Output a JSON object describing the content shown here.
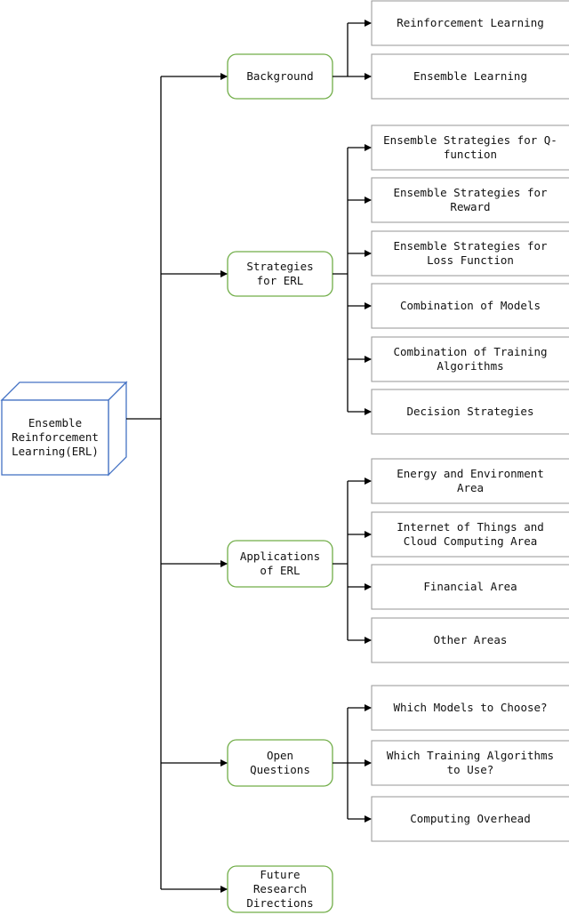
{
  "root": {
    "label": "Ensemble\nReinforcement\nLearning(ERL)"
  },
  "categories": [
    {
      "label": "Background",
      "items": [
        "Reinforcement Learning",
        "Ensemble Learning"
      ]
    },
    {
      "label": "Strategies\nfor ERL",
      "items": [
        "Ensemble Strategies for Q-\nfunction",
        "Ensemble Strategies for\nReward",
        "Ensemble Strategies for\nLoss Function",
        "Combination of Models",
        "Combination of Training\nAlgorithms",
        "Decision Strategies"
      ]
    },
    {
      "label": "Applications\nof ERL",
      "items": [
        "Energy and Environment\nArea",
        "Internet of Things and\nCloud Computing Area",
        "Financial Area",
        "Other Areas"
      ]
    },
    {
      "label": "Open\nQuestions",
      "items": [
        "Which Models to Choose?",
        "Which Training Algorithms\nto Use?",
        "Computing Overhead"
      ]
    },
    {
      "label": "Future\nResearch\nDirections",
      "items": []
    }
  ],
  "colors": {
    "root_border": "#4472c4",
    "category_border": "#70ad47",
    "item_border": "#9e9e9e",
    "line": "#000000"
  }
}
